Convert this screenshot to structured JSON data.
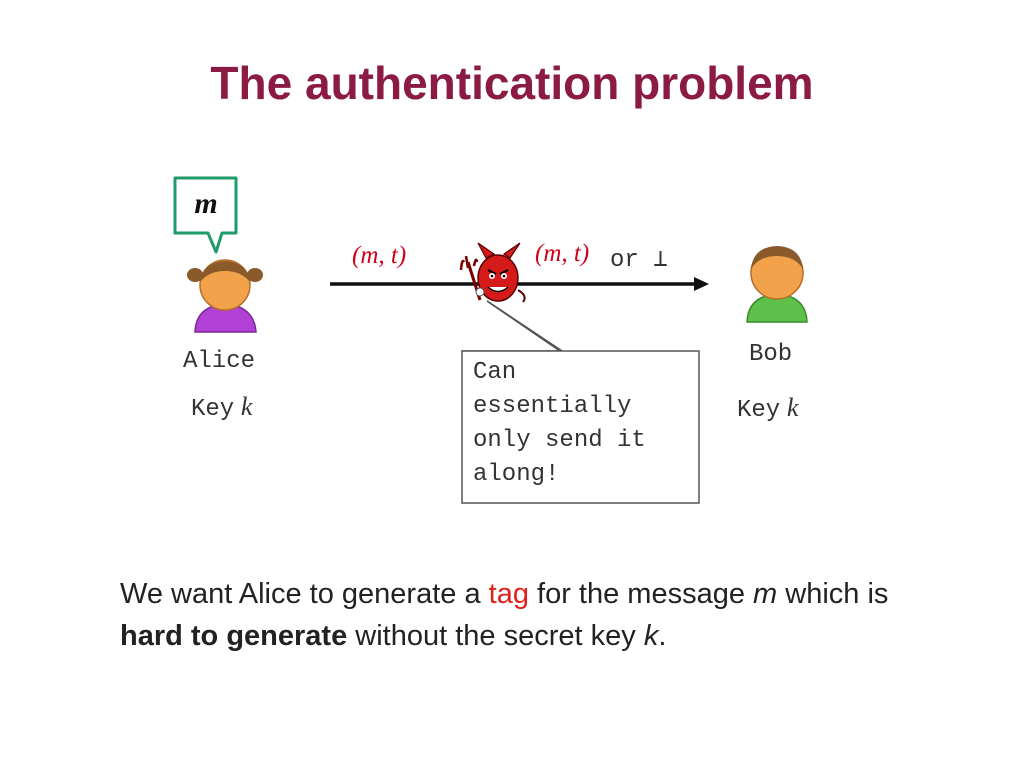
{
  "slide": {
    "title": "The authentication problem"
  },
  "alice": {
    "bubble_text": "m",
    "name": "Alice",
    "key_prefix": "Key",
    "key_symbol": "k"
  },
  "bob": {
    "name": "Bob",
    "key_prefix": "Key",
    "key_symbol": "k"
  },
  "channel": {
    "left_label": "(m, t)",
    "right_label": "(m, t)",
    "right_suffix": "or ⊥"
  },
  "adversary": {
    "callout_lines": [
      "Can",
      "essentially",
      "only send it",
      "along!"
    ]
  },
  "bottom_text": {
    "part1": "We want Alice to generate a ",
    "tag": "tag",
    "part2": " for the message ",
    "m": "m",
    "part3": " which is ",
    "bold": "hard to generate",
    "part4": " without the secret key ",
    "k": "k",
    "part5": "."
  },
  "colors": {
    "title": "#8B1A45",
    "bubble_border": "#1f9a6a",
    "alice_shirt": "#b23fd6",
    "bob_shirt": "#5cc04a",
    "skin": "#f2a24a",
    "hair": "#8a5a2b",
    "devil": "#d51a1a",
    "red_text": "#d0021b"
  }
}
